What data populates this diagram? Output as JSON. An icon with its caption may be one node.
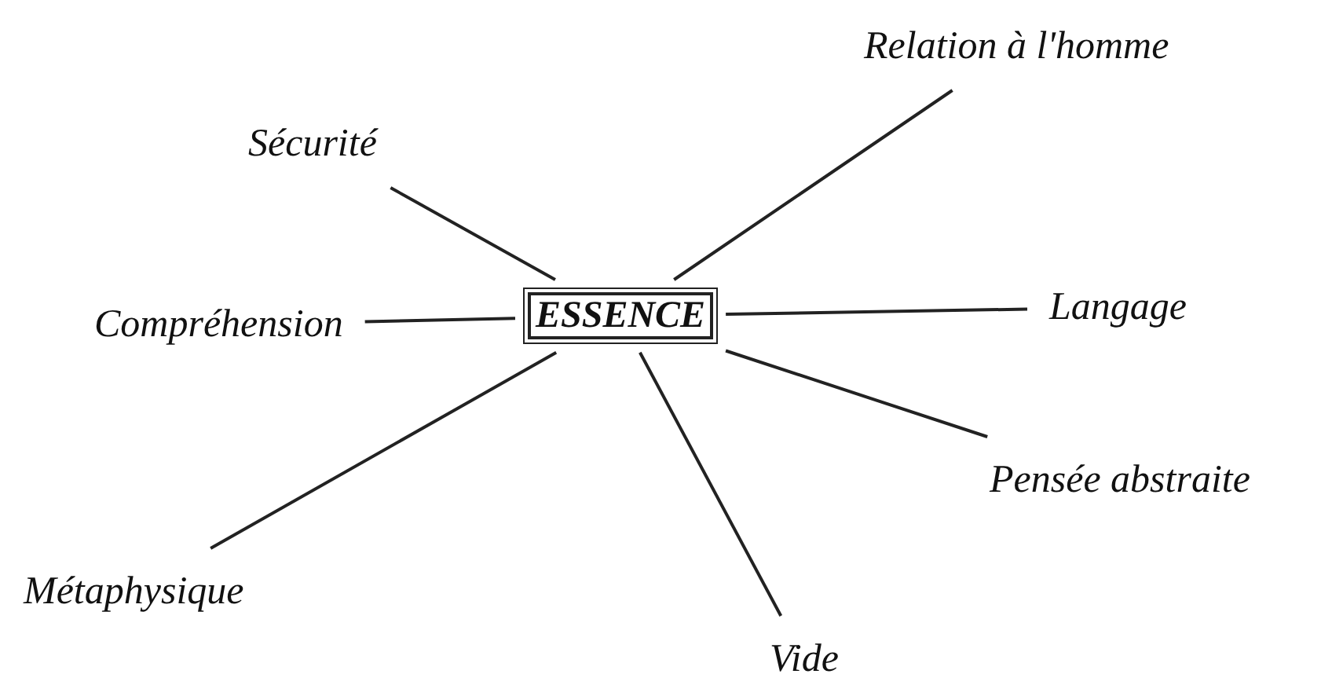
{
  "diagram": {
    "nodes": [
      {
        "text": [
          "ESSENCE"
        ]
      },
      {
        "text": [
          "Relation à l'homme"
        ]
      },
      {
        "text": [
          "Sécurité"
        ]
      },
      {
        "text": [
          "Compréhension"
        ]
      },
      {
        "text": [
          "Langage"
        ]
      },
      {
        "text": [
          "Pensée abstraite"
        ]
      },
      {
        "text": [
          "Métaphysique"
        ]
      },
      {
        "text": [
          "Vide"
        ]
      }
    ],
    "edges": [
      {
        "from": 0,
        "to": 1,
        "arrow": "none"
      },
      {
        "from": 0,
        "to": 2,
        "arrow": "none"
      },
      {
        "from": 0,
        "to": 3,
        "arrow": "none"
      },
      {
        "from": 0,
        "to": 4,
        "arrow": "none"
      },
      {
        "from": 0,
        "to": 5,
        "arrow": "none"
      },
      {
        "from": 0,
        "to": 6,
        "arrow": "none"
      },
      {
        "from": 0,
        "to": 7,
        "arrow": "none"
      }
    ]
  }
}
